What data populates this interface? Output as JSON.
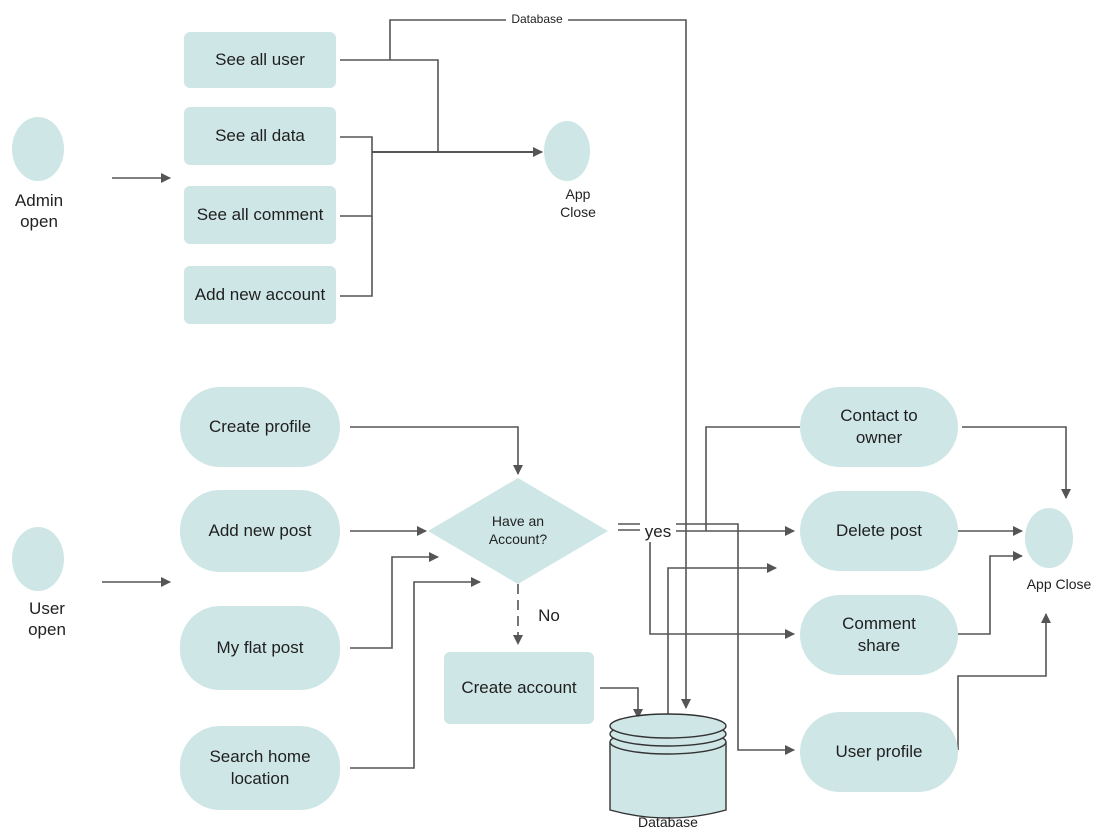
{
  "admin": {
    "start_label": "Admin\nopen",
    "boxes": {
      "see_all_user": "See all user",
      "see_all_data": "See all data",
      "see_all_comment": "See all comment",
      "add_new_account": "Add new account"
    },
    "end_label": "App\nClose",
    "db_line_label": "Database"
  },
  "user": {
    "start_label": "User\nopen",
    "boxes": {
      "create_profile": "Create profile",
      "add_new_post": "Add new post",
      "my_flat_post": "My flat post",
      "search_home_location": "Search home\nlocation",
      "create_account": "Create account",
      "contact_to_owner": "Contact to\nowner",
      "delete_post": "Delete post",
      "comment_share": "Comment\nshare",
      "user_profile": "User profile"
    },
    "decision": "Have an\nAccount?",
    "yes_label": "yes",
    "no_label": "No",
    "database_label": "Database",
    "end_label": "App Close"
  },
  "colors": {
    "node_fill": "#cfe6e6",
    "line": "#555555",
    "text": "#222222"
  }
}
